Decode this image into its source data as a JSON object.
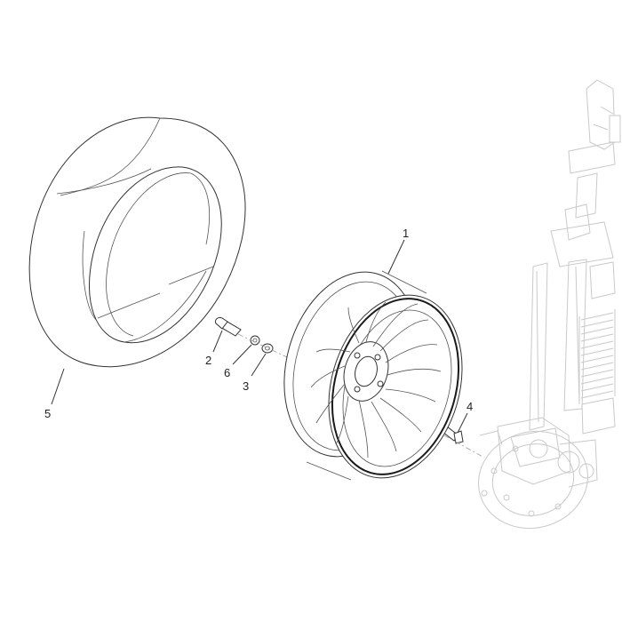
{
  "diagram": {
    "callouts": [
      {
        "id": "1",
        "text": "1"
      },
      {
        "id": "2",
        "text": "2"
      },
      {
        "id": "3",
        "text": "3"
      },
      {
        "id": "4",
        "text": "4"
      },
      {
        "id": "5",
        "text": "5"
      },
      {
        "id": "6",
        "text": "6"
      }
    ],
    "colors": {
      "line": "#333333",
      "ghost": "#c9c9c9",
      "background": "#ffffff"
    }
  }
}
